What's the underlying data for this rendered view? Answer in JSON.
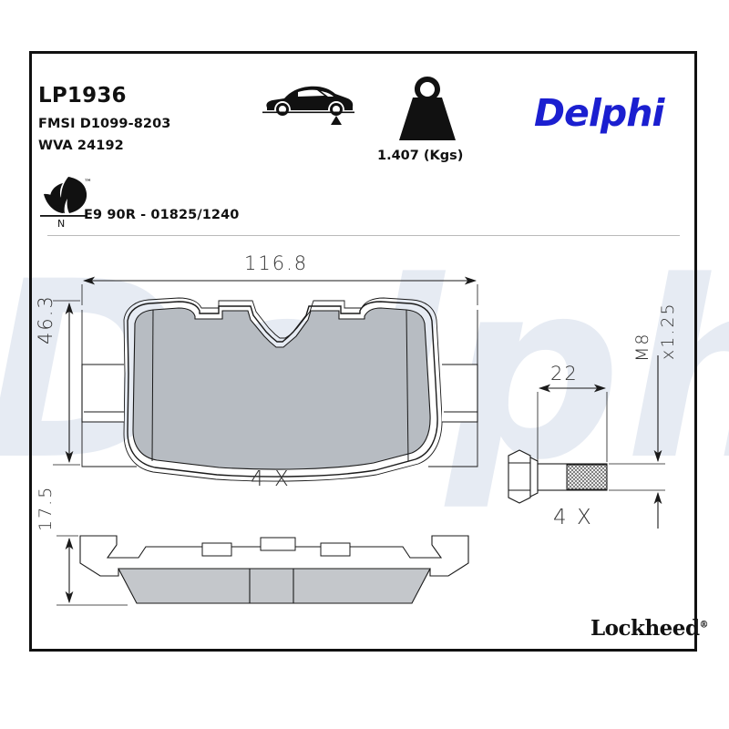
{
  "product": {
    "part_number": "LP1936",
    "fmsi": "FMSI D1099-8203",
    "wva": "WVA 24192",
    "weight_label": "1.407 (Kgs)",
    "ece_approval": "E9 90R - 01825/1240"
  },
  "brand": {
    "primary_logo": "Delphi",
    "primary_logo_color": "#1b1fd0",
    "secondary_logo": "Lockheed",
    "secondary_logo_mark": "®",
    "watermark_text": "Delphi",
    "watermark_color": "#e6ebf3"
  },
  "icons": {
    "car": "car-rear-axle-icon",
    "weight": "weight-icon",
    "leaf": "eco-leaf-icon",
    "leaf_tm": "™",
    "leaf_letter": "N"
  },
  "drawing": {
    "pad_front_view": {
      "width_mm": "116.8",
      "height_mm": "46.3",
      "quantity": "4 X"
    },
    "pad_side_view": {
      "thickness_mm": "17.5"
    },
    "bolt_view": {
      "length_mm": "22",
      "thread_major": "M8",
      "thread_pitch": "x1.25",
      "quantity": "4 X"
    }
  },
  "colors": {
    "friction_material": "#b7bcc2",
    "backing_plate": "#ffffff",
    "line": "#1a1a1a",
    "frame": "#111111"
  }
}
